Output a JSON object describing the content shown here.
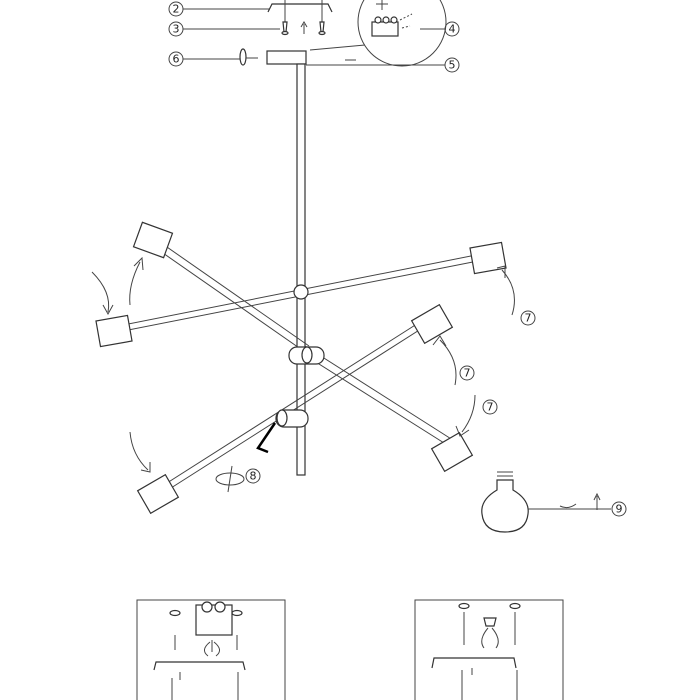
{
  "callouts": {
    "c2": "2",
    "c3": "3",
    "c4": "4",
    "c5": "5",
    "c6": "6",
    "c7a": "7",
    "c7b": "7",
    "c7c": "7",
    "c8": "8",
    "c9": "9"
  },
  "icons": [
    "bracket",
    "screw",
    "terminal-block",
    "canopy",
    "rotate-arrow",
    "allen-key",
    "light-bulb",
    "mounting-detail"
  ]
}
